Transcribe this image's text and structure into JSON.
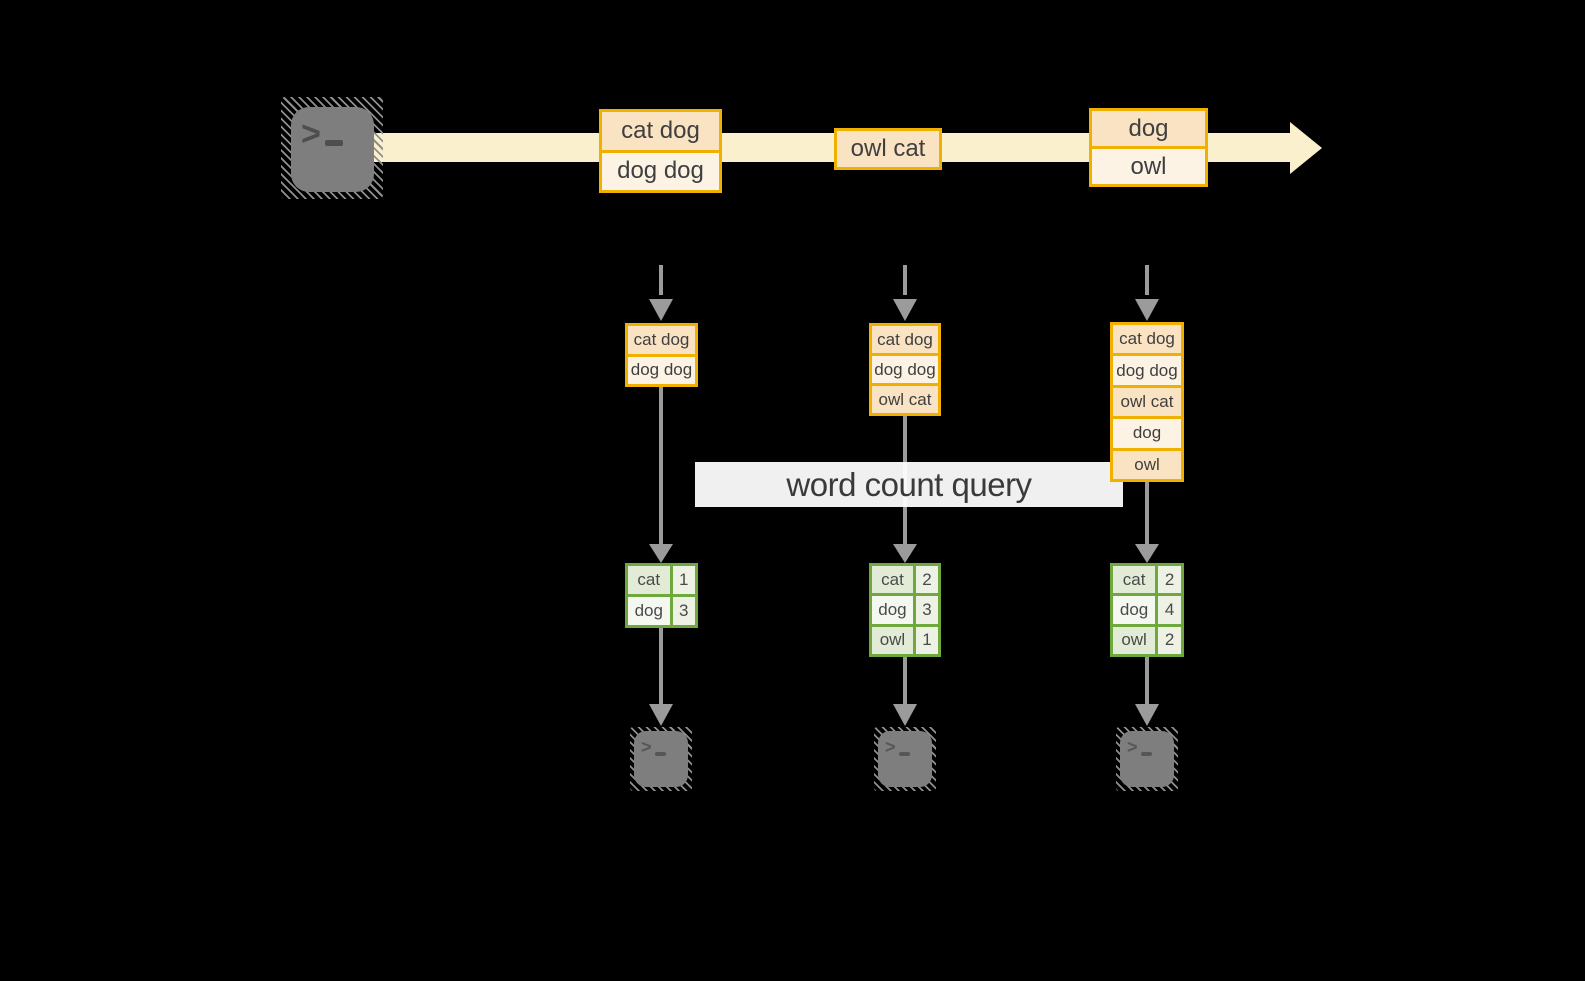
{
  "colors": {
    "background": "#000000",
    "stream_band": "#FAF0CE",
    "event_row_dark": "#FAE3C2",
    "event_row_light": "#FDF3E4",
    "orange_border": "#F0B000",
    "green_border": "#6FA83C",
    "count_word_cell_dark": "#E2EBD6",
    "count_word_cell_light": "#F4F8F0",
    "count_value_cell": "#EDF2E5",
    "arrow_gray": "#9B9B9B",
    "terminal_gray": "#7E7E7E"
  },
  "stream": {
    "source_icon": "terminal-icon",
    "events": [
      {
        "lines": [
          "cat dog",
          "dog dog"
        ]
      },
      {
        "lines": [
          "owl cat"
        ]
      },
      {
        "lines": [
          "dog",
          "owl"
        ]
      }
    ]
  },
  "query": {
    "label": "word count query"
  },
  "columns": [
    {
      "buffer": [
        "cat dog",
        "dog dog"
      ],
      "counts": [
        {
          "word": "cat",
          "count": "1"
        },
        {
          "word": "dog",
          "count": "3"
        }
      ],
      "sink_icon": "terminal-icon"
    },
    {
      "buffer": [
        "cat dog",
        "dog dog",
        "owl cat"
      ],
      "counts": [
        {
          "word": "cat",
          "count": "2"
        },
        {
          "word": "dog",
          "count": "3"
        },
        {
          "word": "owl",
          "count": "1"
        }
      ],
      "sink_icon": "terminal-icon"
    },
    {
      "buffer": [
        "cat dog",
        "dog dog",
        "owl cat",
        "dog",
        "owl"
      ],
      "counts": [
        {
          "word": "cat",
          "count": "2"
        },
        {
          "word": "dog",
          "count": "4"
        },
        {
          "word": "owl",
          "count": "2"
        }
      ],
      "sink_icon": "terminal-icon"
    }
  ],
  "terminal_prompt": ">"
}
